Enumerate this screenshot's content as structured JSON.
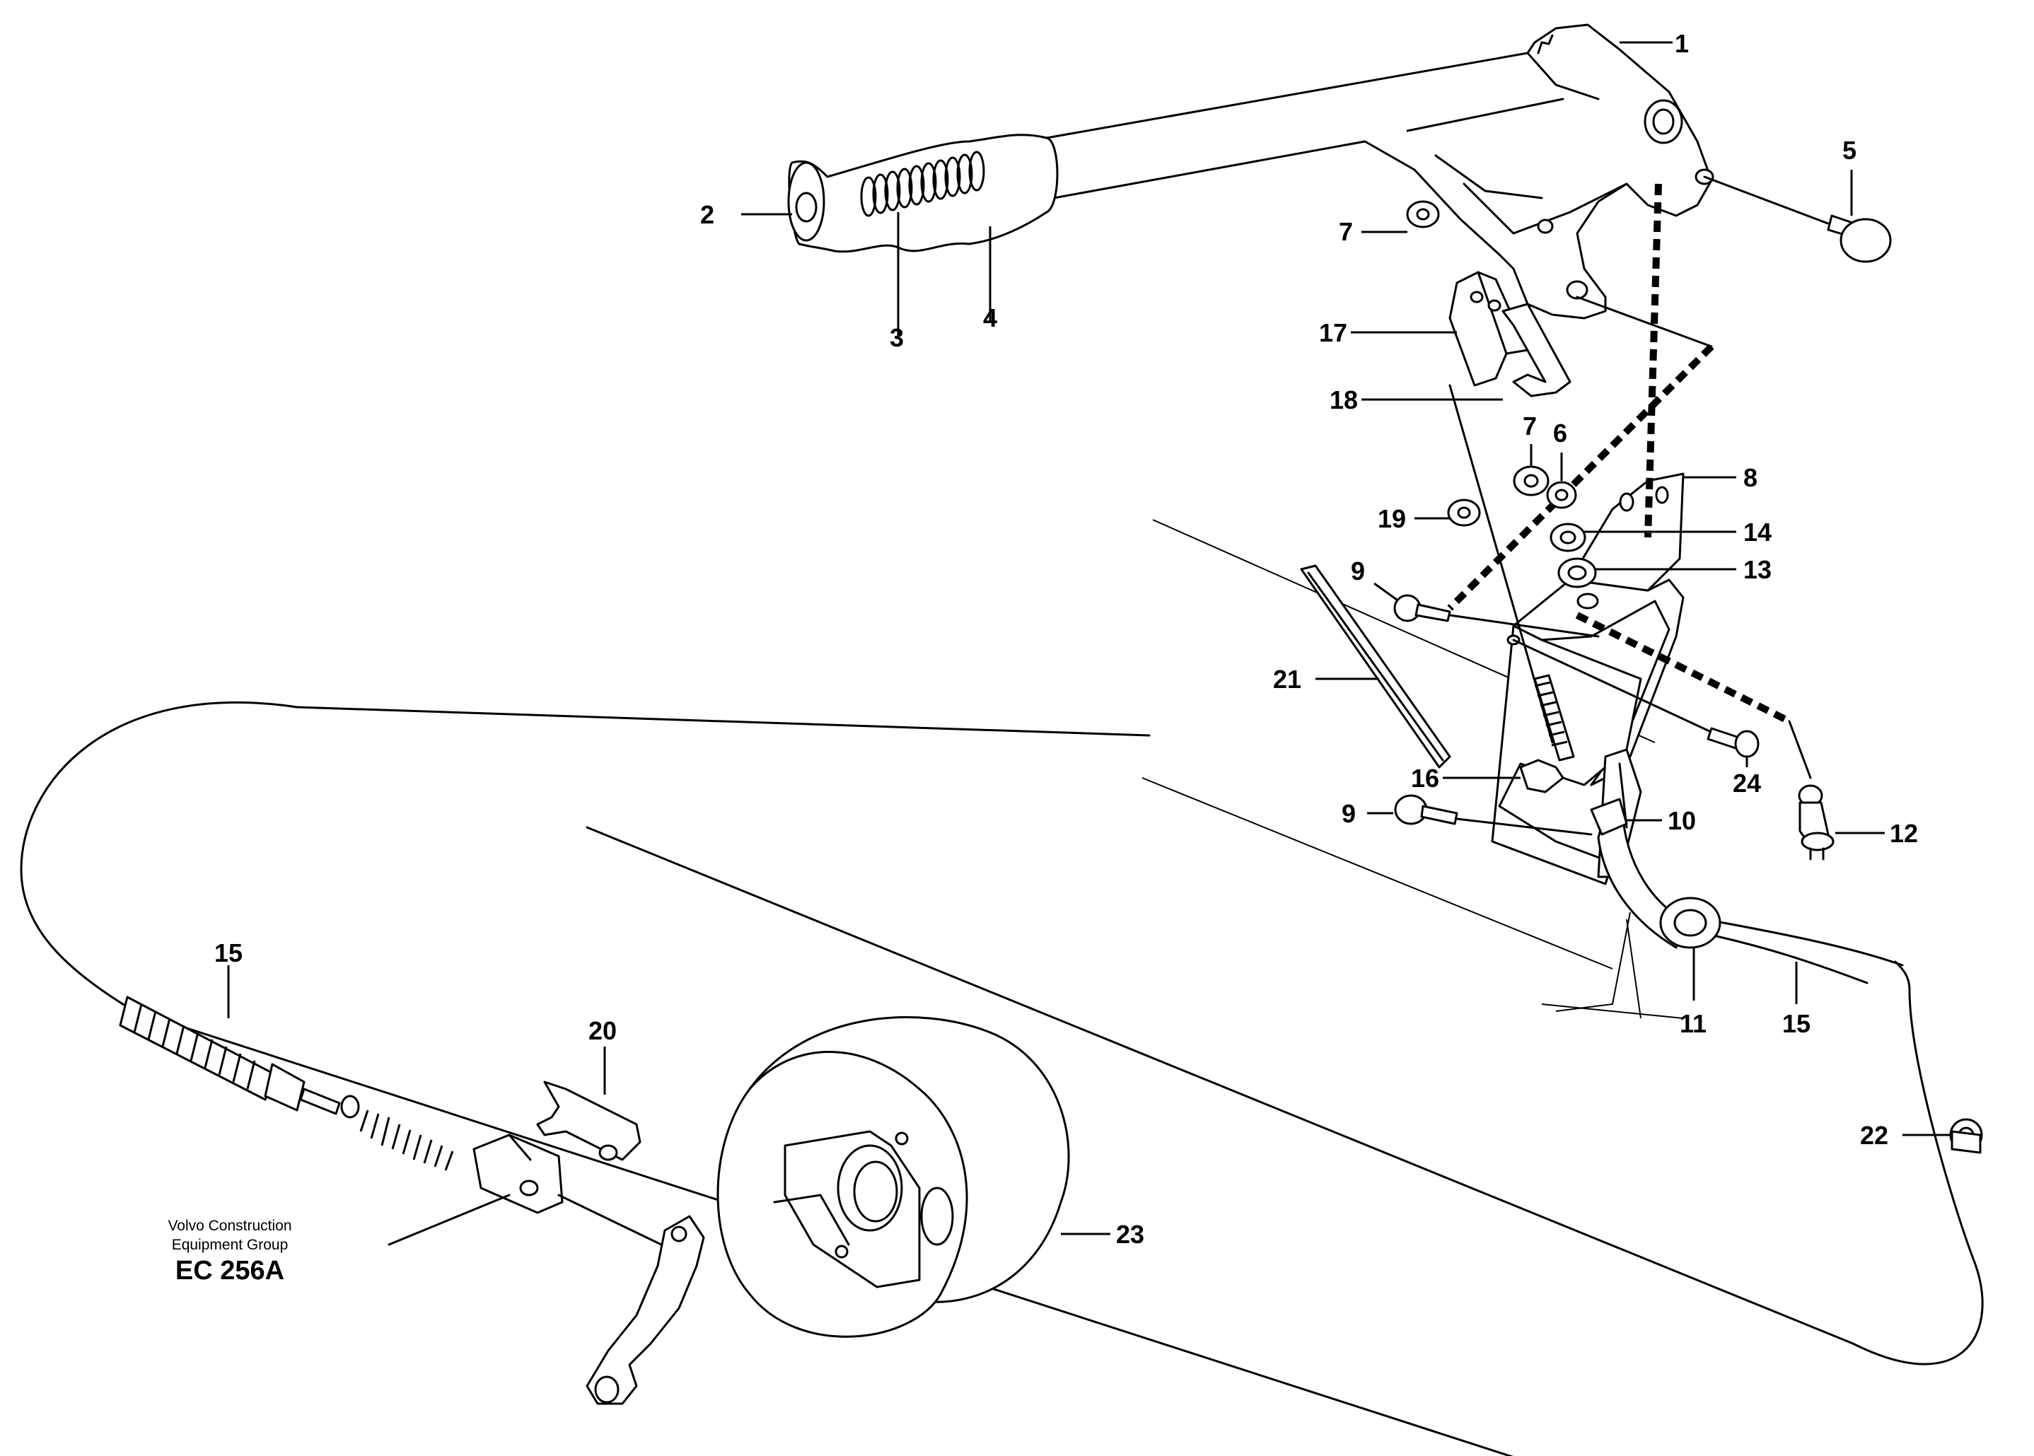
{
  "credit": {
    "line1": "Volvo Construction",
    "line2": "Equipment Group",
    "code": "EC 256A"
  },
  "callouts": {
    "c1": "1",
    "c2": "2",
    "c3": "3",
    "c4": "4",
    "c5": "5",
    "c6": "6",
    "c7a": "7",
    "c7b": "7",
    "c8": "8",
    "c9a": "9",
    "c9b": "9",
    "c10": "10",
    "c11": "11",
    "c12": "12",
    "c13": "13",
    "c14": "14",
    "c15a": "15",
    "c15b": "15",
    "c16": "16",
    "c17": "17",
    "c18": "18",
    "c19": "19",
    "c20": "20",
    "c21": "21",
    "c22": "22",
    "c23": "23",
    "c24": "24"
  }
}
